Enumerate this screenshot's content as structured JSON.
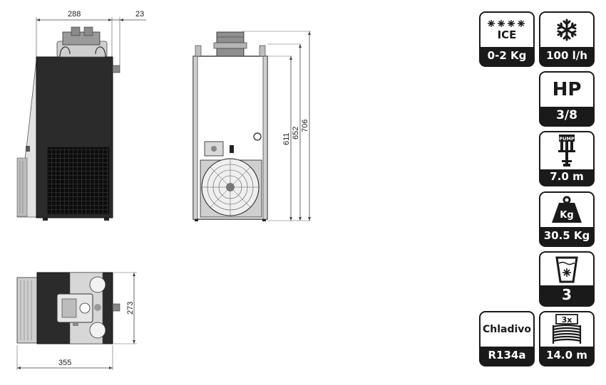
{
  "dimensions": {
    "width_top": "288",
    "offset_top": "23",
    "height_611": "611",
    "height_652": "652",
    "height_706": "706",
    "depth": "273",
    "length": "355"
  },
  "badges": {
    "ice": {
      "top_label": "ICE",
      "value": "0-2 Kg",
      "icon": "four-snowflakes-icon"
    },
    "cooling": {
      "value": "100 l/h",
      "icon": "snowflake-icon"
    },
    "power": {
      "top_label": "HP",
      "value": "3/8"
    },
    "pump": {
      "icon_label": "PUMP",
      "value": "7.0 m",
      "icon": "pump-icon"
    },
    "weight": {
      "icon_label": "Kg",
      "value": "30.5 Kg",
      "icon": "weight-icon"
    },
    "taps": {
      "value": "3",
      "icon": "cup-icon"
    },
    "refrigerant": {
      "top_label": "Chladivo",
      "value": "R134a"
    },
    "coils": {
      "icon_label": "3x",
      "value": "14.0 m",
      "icon": "coil-icon"
    }
  },
  "colors": {
    "dark": "#1a1a1a",
    "unit_body": "#2b2b2b",
    "line": "#333333"
  }
}
